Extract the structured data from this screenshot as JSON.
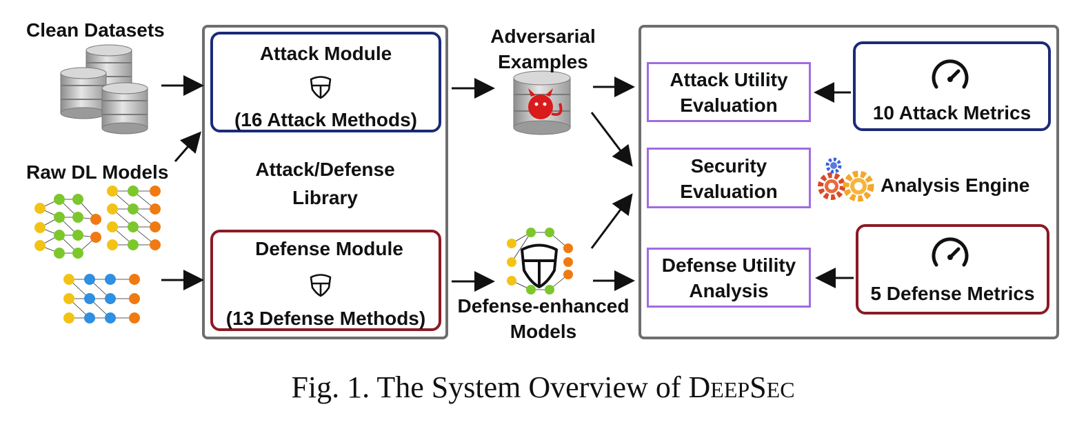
{
  "inputs": {
    "clean_datasets": "Clean Datasets",
    "raw_models": "Raw DL Models"
  },
  "library": {
    "title_line1": "Attack/Defense",
    "title_line2": "Library",
    "attack_module": {
      "title": "Attack Module",
      "methods": "(16 Attack Methods)"
    },
    "defense_module": {
      "title": "Defense Module",
      "methods": "(13 Defense Methods)"
    }
  },
  "intermediate": {
    "adversarial_line1": "Adversarial",
    "adversarial_line2": "Examples",
    "defense_models_line1": "Defense-enhanced",
    "defense_models_line2": "Models"
  },
  "analysis": {
    "attack_eval_line1": "Attack Utility",
    "attack_eval_line2": "Evaluation",
    "security_eval_line1": "Security",
    "security_eval_line2": "Evaluation",
    "defense_eval_line1": "Defense Utility",
    "defense_eval_line2": "Analysis",
    "engine_label": "Analysis Engine",
    "attack_metrics": "10 Attack Metrics",
    "defense_metrics": "5 Defense Metrics"
  },
  "caption": {
    "prefix": "Fig. 1.  The System Overview of ",
    "name_cap1": "D",
    "name_small1": "EEP",
    "name_cap2": "S",
    "name_small2": "EC"
  },
  "colors": {
    "attack_border": "#1b2a7a",
    "defense_border": "#8b1a24",
    "eval_border": "#a16be0",
    "container_border": "#6e6e6e"
  },
  "icons": [
    "database-icon",
    "neural-network-icon",
    "shield-icon",
    "devil-database-icon",
    "gauge-icon",
    "gears-icon"
  ]
}
